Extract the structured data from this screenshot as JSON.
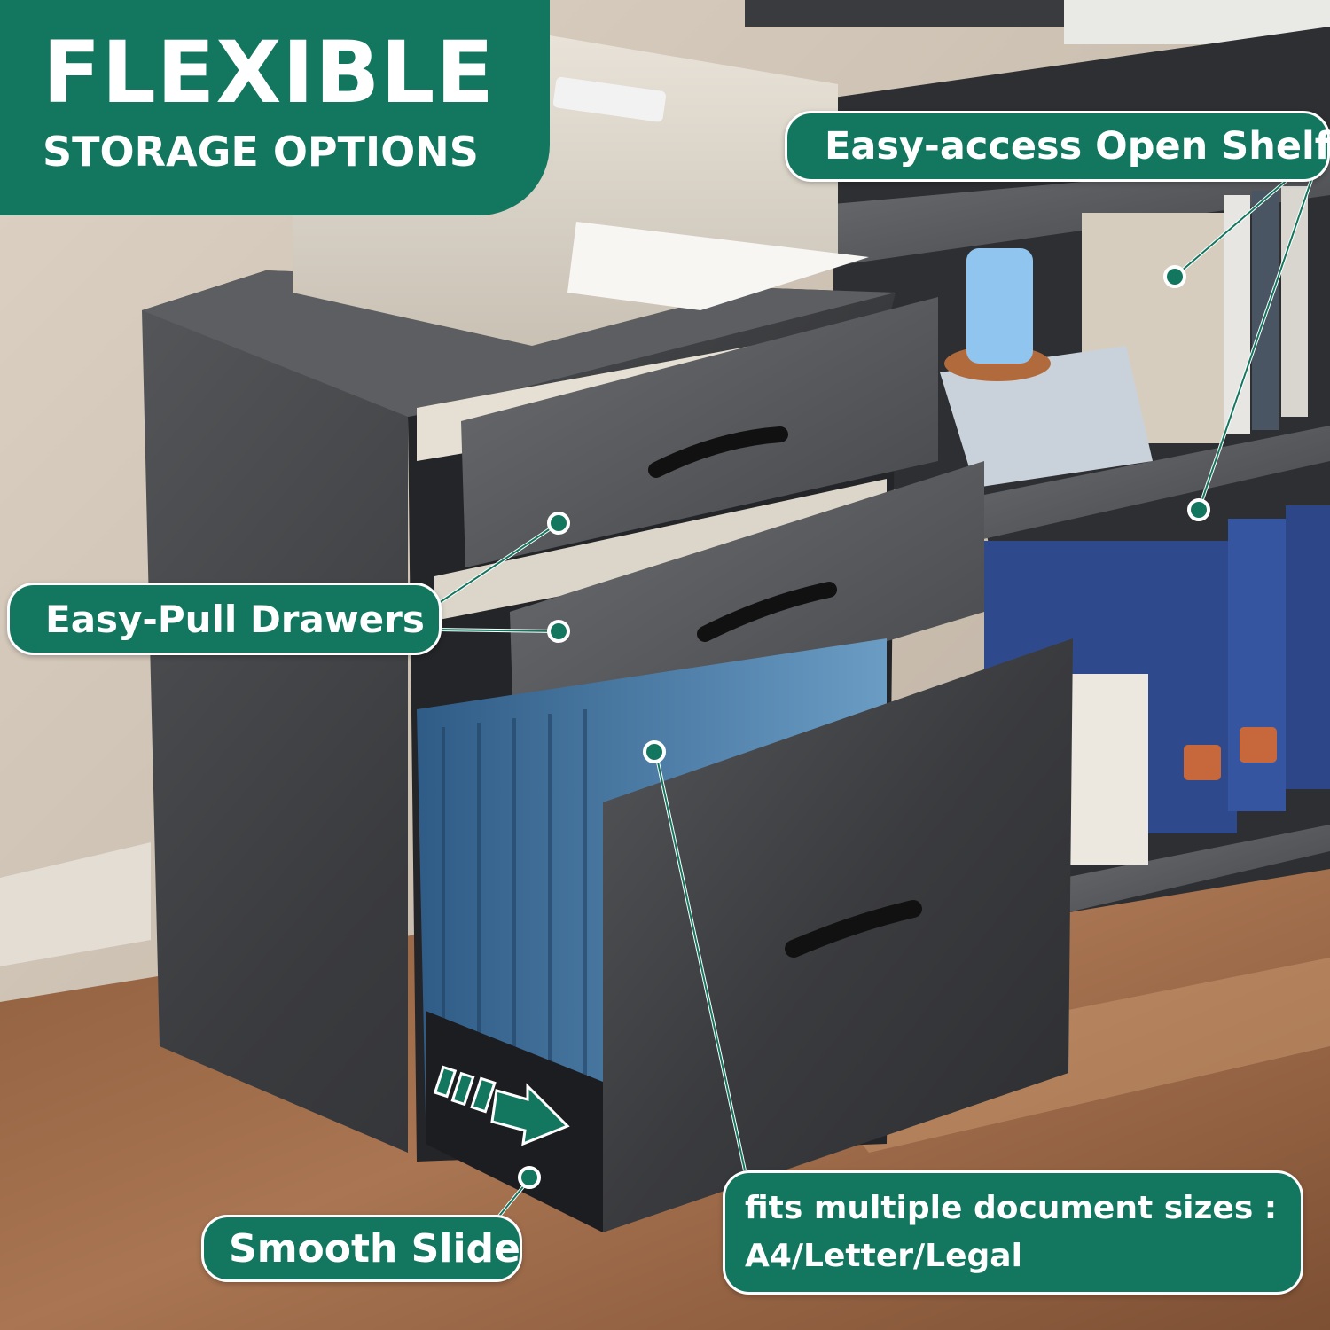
{
  "headline": {
    "main": "FLEXIBLE",
    "sub": "STORAGE OPTIONS"
  },
  "callouts": {
    "open_shelf": "Easy-access Open Shelf",
    "drawers": "Easy-Pull Drawers",
    "slide": "Smooth Slide",
    "sizes_line1": "fits multiple document sizes :",
    "sizes_line2": "A4/Letter/Legal"
  },
  "colors": {
    "brand_green": "#137760",
    "label_text": "#ffffff",
    "wood_dark": "#3b3b3d",
    "folder_blue": "#4d7fa8",
    "binder_navy": "#2f4a8c"
  },
  "icons": {
    "slide_direction": "slide-arrow-icon"
  }
}
